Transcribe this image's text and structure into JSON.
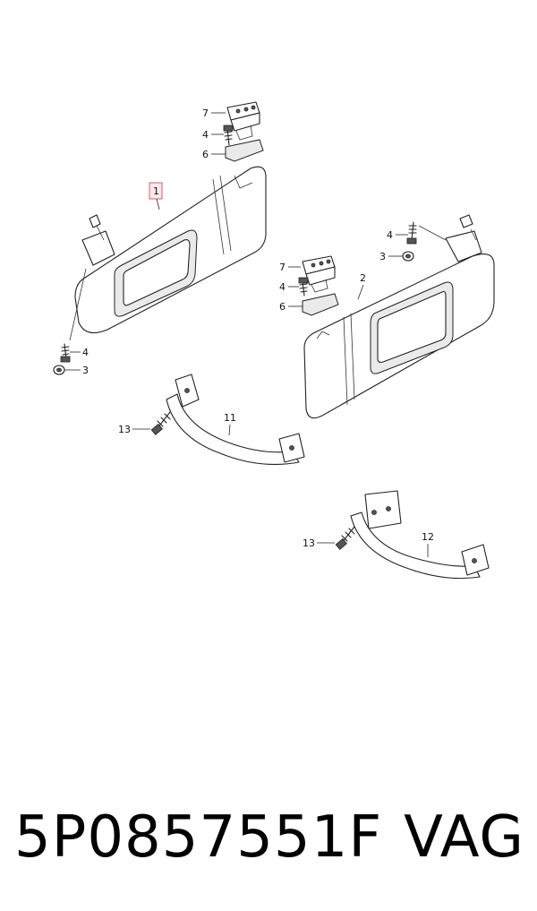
{
  "callouts": {
    "c1": "1",
    "c2": "2",
    "c3a": "3",
    "c3b": "3",
    "c4a": "4",
    "c4b": "4",
    "c4c": "4",
    "c4d": "4",
    "c6a": "6",
    "c6b": "6",
    "c7a": "7",
    "c7b": "7",
    "c11": "11",
    "c12": "12",
    "c13a": "13",
    "c13b": "13"
  },
  "highlight_color": "#e05a6a",
  "footer": {
    "part_number": "5P0857551F",
    "brand": "VAG"
  }
}
